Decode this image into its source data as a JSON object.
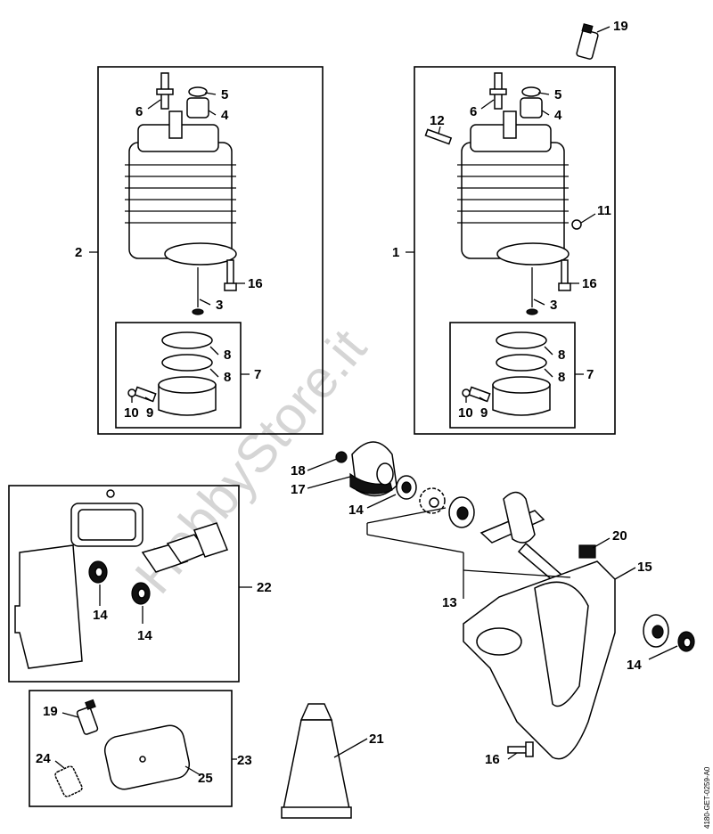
{
  "callouts": {
    "c19_top": "19",
    "left_2": "2",
    "left_6": "6",
    "left_5": "5",
    "left_4": "4",
    "left_16": "16",
    "left_3": "3",
    "left_8a": "8",
    "left_8b": "8",
    "left_7": "7",
    "left_10": "10",
    "left_9": "9",
    "right_1": "1",
    "right_12": "12",
    "right_6": "6",
    "right_5": "5",
    "right_4": "4",
    "right_11": "11",
    "right_16": "16",
    "right_3": "3",
    "right_8a": "8",
    "right_8b": "8",
    "right_7": "7",
    "right_10": "10",
    "right_9": "9",
    "mid_18": "18",
    "mid_17": "17",
    "mid_14": "14",
    "mid_20": "20",
    "mid_15": "15",
    "mid_13": "13",
    "mid_14b": "14",
    "mid_16": "16",
    "kit_22": "22",
    "kit_14a": "14",
    "kit_14b": "14",
    "kit_23": "23",
    "kit_19": "19",
    "kit_24": "24",
    "kit_25": "25",
    "tube_21": "21"
  },
  "watermark": "HobbyStore.it",
  "reference_code": "4180-GET-0259-A0"
}
